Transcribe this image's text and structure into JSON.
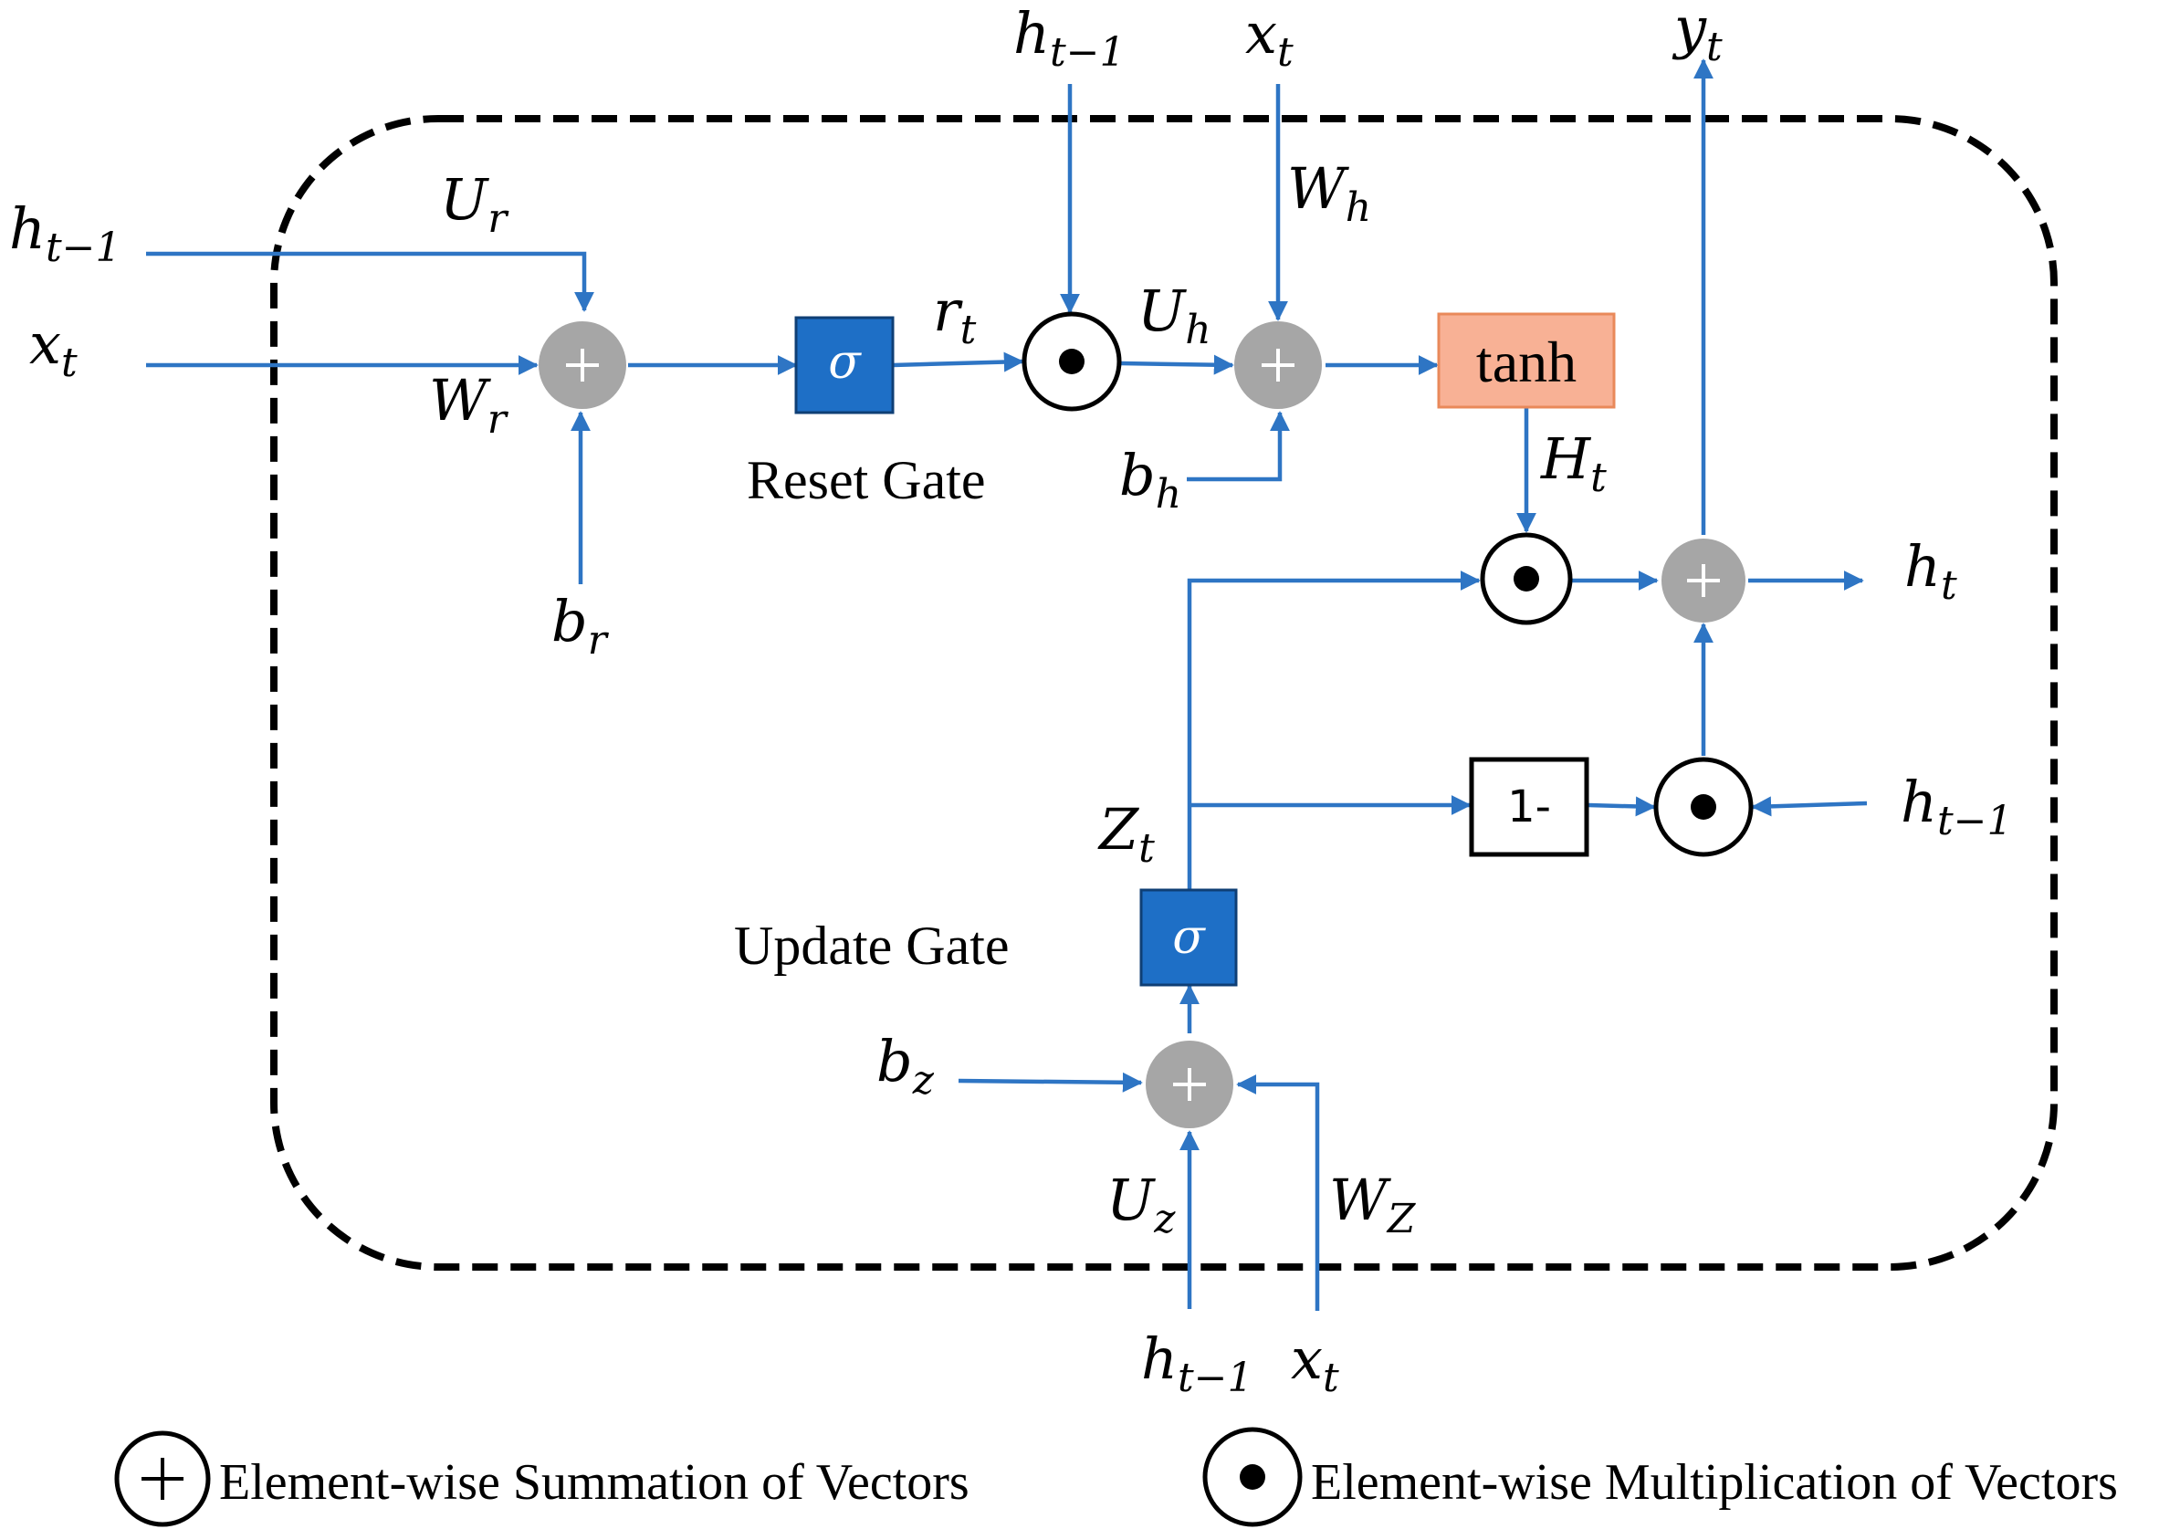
{
  "colors": {
    "line": "#2E75C4",
    "sum_node": "#A6A6A6",
    "sigma_box": "#1E6FC6",
    "tanh_box": "#F8B195",
    "tanh_border": "#E9895A"
  },
  "labels": {
    "h_prev": "h",
    "h_prev_sub": "t−1",
    "x_t": "x",
    "x_t_sub": "t",
    "y_t": "y",
    "y_t_sub": "t",
    "U_r": "U",
    "U_r_sub": "r",
    "W_r": "W",
    "W_r_sub": "r",
    "b_r": "b",
    "b_r_sub": "r",
    "r_t": "r",
    "r_t_sub": "t",
    "U_h": "U",
    "U_h_sub": "h",
    "W_h": "W",
    "W_h_sub": "h",
    "b_h": "b",
    "b_h_sub": "h",
    "H_t": "H",
    "H_t_sub": "t",
    "h_t": "h",
    "h_t_sub": "t",
    "Z_t": "Z",
    "Z_t_sub": "t",
    "b_z": "b",
    "b_z_sub": "z",
    "U_z": "U",
    "U_z_sub": "z",
    "W_z": "W",
    "W_z_sub": "Z"
  },
  "gates": {
    "reset": "Reset Gate",
    "update": "Update Gate"
  },
  "boxes": {
    "sigma": "σ",
    "tanh": "tanh",
    "one_minus": "1-"
  },
  "legend": {
    "sum": "Element-wise Summation of Vectors",
    "mult": "Element-wise Multiplication of Vectors"
  }
}
